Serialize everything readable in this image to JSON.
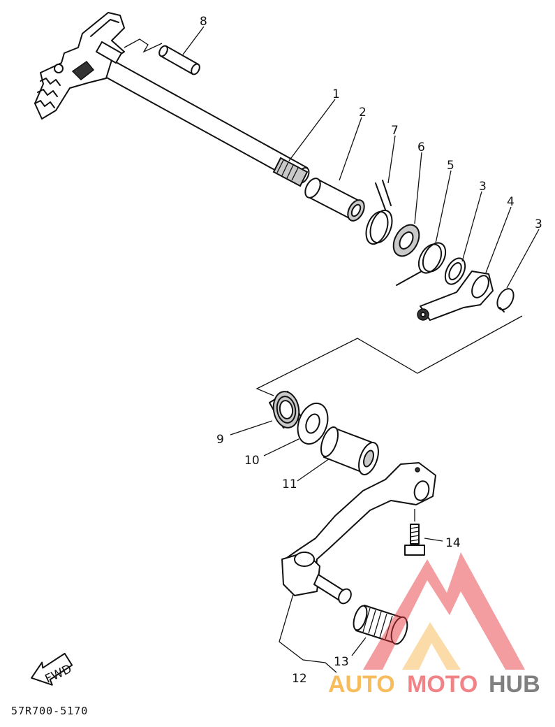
{
  "diagram": {
    "part_labels": [
      {
        "id": "part-label-1",
        "text": "1"
      },
      {
        "id": "part-label-2",
        "text": "2"
      },
      {
        "id": "part-label-7",
        "text": "7"
      },
      {
        "id": "part-label-6",
        "text": "6"
      },
      {
        "id": "part-label-5",
        "text": "5"
      },
      {
        "id": "part-label-3a",
        "text": "3"
      },
      {
        "id": "part-label-4",
        "text": "4"
      },
      {
        "id": "part-label-3b",
        "text": "3"
      },
      {
        "id": "part-label-8",
        "text": "8"
      },
      {
        "id": "part-label-9",
        "text": "9"
      },
      {
        "id": "part-label-10",
        "text": "10"
      },
      {
        "id": "part-label-11",
        "text": "11"
      },
      {
        "id": "part-label-14",
        "text": "14"
      },
      {
        "id": "part-label-12",
        "text": "12"
      },
      {
        "id": "part-label-13",
        "text": "13"
      }
    ],
    "direction_marker": "FWD",
    "drawing_code": "57R700-5170"
  },
  "watermark": {
    "text_auto": "AUTO",
    "text_moto": "MOTO",
    "text_hub": "HUB",
    "color_red": "#e8333a",
    "color_orange": "#f5a623",
    "color_dark": "#3d3d3d"
  }
}
